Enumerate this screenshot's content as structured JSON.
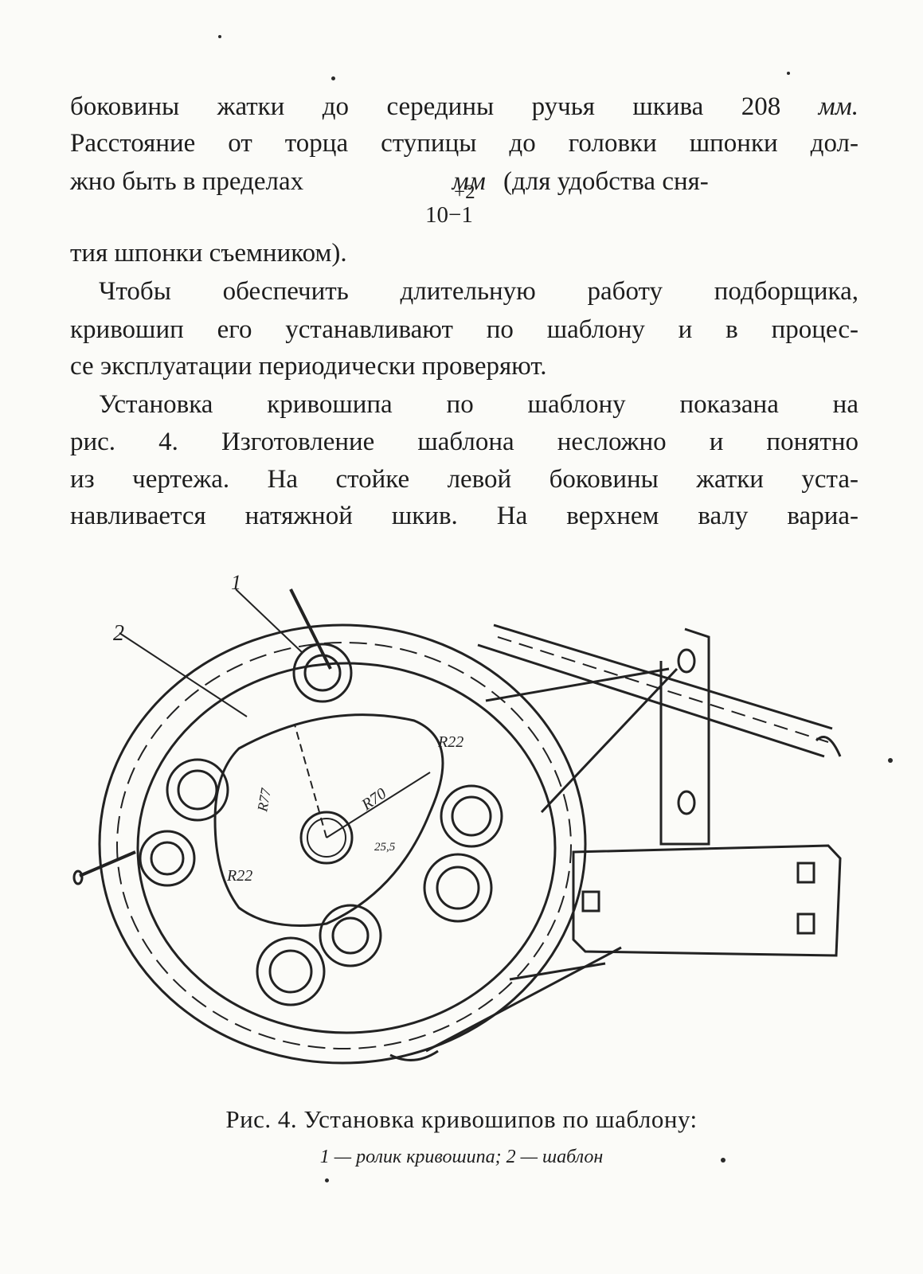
{
  "text": {
    "l1": "боковины жатки до середины ручья шкива 208",
    "l1_unit": "мм.",
    "l2": "Расстояние от торца ступицы до головки шпонки дол-",
    "l3_a": "жно быть в пределах",
    "l3_unit": "мм",
    "l3_b": "(для удобства сня-",
    "tol_upper": "+2",
    "tol_base": "10−1",
    "l4": "тия шпонки съемником).",
    "p2_1": "Чтобы обеспечить длительную работу подборщика,",
    "p2_2": "кривошип его устанавливают по шаблону и в процес-",
    "p2_3": "се эксплуатации периодически проверяют.",
    "p3_1": "Установка кривошипа по шаблону показана на",
    "p3_2": "рис. 4. Изготовление шаблона несложно и понятно",
    "p3_3": "из чертежа. На стойке левой боковины жатки уста-",
    "p3_4": "навливается натяжной шкив. На верхнем валу вариа-"
  },
  "figure": {
    "callout_1": "1",
    "callout_2": "2",
    "dim_r22_top": "R22",
    "dim_r70": "R70",
    "dim_r77": "R77",
    "dim_255": "25,5",
    "dim_r22_bottom": "R22"
  },
  "caption": "Рис. 4. Установка кривошипов по шаблону:",
  "legend": "1 — ролик кривошипа; 2 — шаблон"
}
